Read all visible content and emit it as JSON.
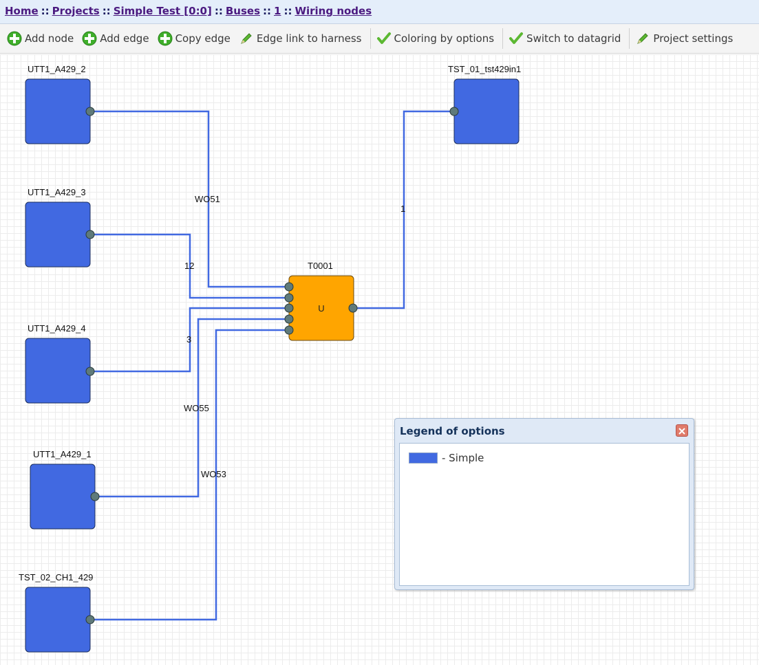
{
  "breadcrumb": {
    "items": [
      "Home",
      "Projects",
      "Simple Test [0:0]",
      "Buses",
      "1",
      "Wiring nodes"
    ],
    "separator": "::"
  },
  "toolbar": {
    "add_node": "Add node",
    "add_edge": "Add edge",
    "copy_edge": "Copy edge",
    "edge_link": "Edge link to harness",
    "coloring": "Coloring by options",
    "switch_datagrid": "Switch to datagrid",
    "project_settings": "Project settings",
    "icons": {
      "add": "plus-circle-icon",
      "edit": "pencil-icon",
      "check": "checkmark-icon"
    }
  },
  "diagram": {
    "nodes": {
      "utt1_a429_2": "UTT1_A429_2",
      "utt1_a429_3": "UTT1_A429_3",
      "utt1_a429_4": "UTT1_A429_4",
      "utt1_a429_1": "UTT1_A429_1",
      "tst_02_ch1_429": "TST_02_CH1_429",
      "tst_01_tst429in1": "TST_01_tst429in1",
      "t0001": "T0001",
      "t0001_inner": "U"
    },
    "edge_labels": {
      "wo51": "WO51",
      "e12": "12",
      "e3": "3",
      "wo55": "WO55",
      "wo53": "WO53",
      "e1": "1"
    },
    "colors": {
      "node": "#4169e1",
      "hub": "#ffa500",
      "wire": "#4169e1",
      "port": "#5f7a7a"
    }
  },
  "legend": {
    "title": "Legend of options",
    "items": [
      {
        "color": "#4169e1",
        "label": "- Simple"
      }
    ]
  }
}
